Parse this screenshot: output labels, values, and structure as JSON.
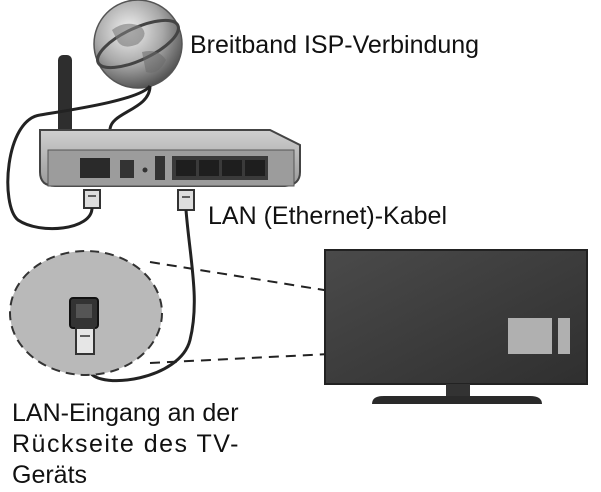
{
  "labels": {
    "isp": "Breitband ISP-Verbindung",
    "lan_cable": "LAN (Ethernet)-Kabel",
    "tv_input_line1": "LAN-Eingang an der",
    "tv_input_line2": "Rückseite des TV-",
    "tv_input_line3": "Geräts"
  }
}
